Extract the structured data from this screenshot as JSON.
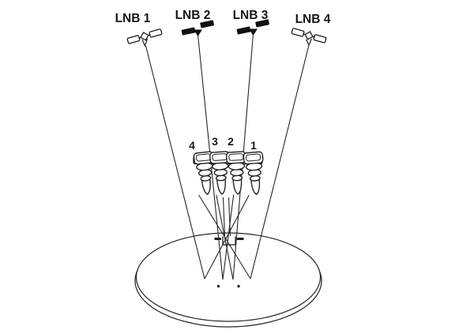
{
  "diagram": {
    "background_color": "#ffffff",
    "line_color": "#1e1e1e",
    "satellites": [
      {
        "label": "LNB 1",
        "icon": "satellite-outline-icon"
      },
      {
        "label": "LNB 2",
        "icon": "satellite-filled-icon"
      },
      {
        "label": "LNB 3",
        "icon": "satellite-filled-icon"
      },
      {
        "label": "LNB 4",
        "icon": "satellite-outline-icon"
      }
    ],
    "feedhorn_labels": [
      {
        "label": "4"
      },
      {
        "label": "3"
      },
      {
        "label": "2"
      },
      {
        "label": "1"
      }
    ]
  }
}
